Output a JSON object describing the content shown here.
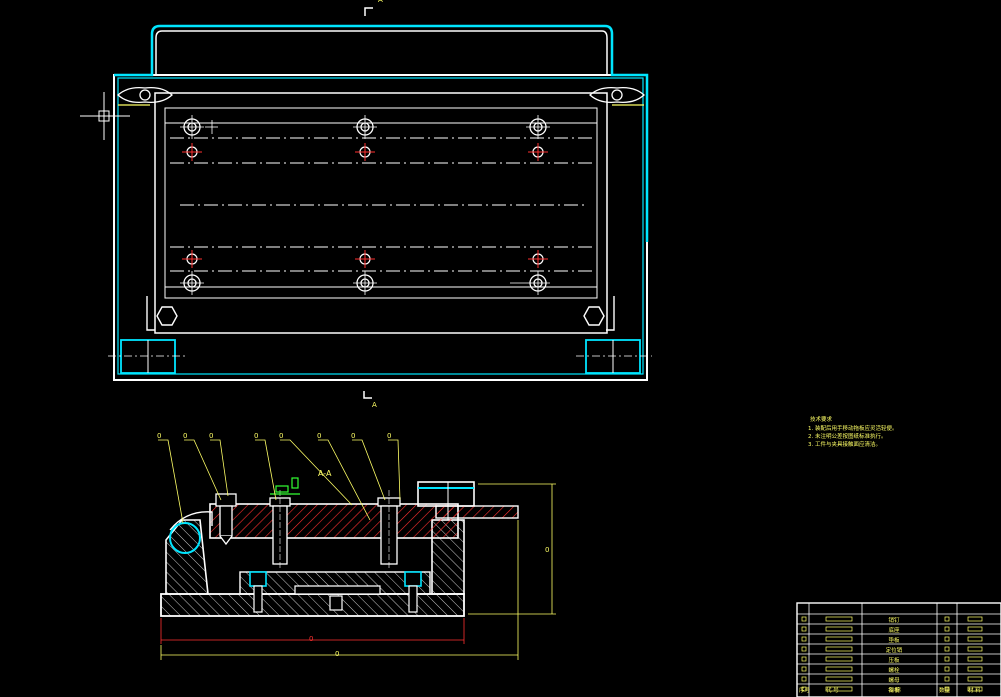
{
  "colors": {
    "background": "#000000",
    "outline": "#ffffff",
    "highlight": "#00e5ff",
    "hatch": "#ff3030",
    "dim": "#ffff66",
    "center": "#ff3030",
    "green": "#33ff33"
  },
  "plan_view": {
    "section_mark_top": "A",
    "section_mark_bottom": "A"
  },
  "section_view": {
    "title": "A-A",
    "leader_labels": [
      "0",
      "0",
      "0",
      "0",
      "0",
      "0",
      "0",
      "0"
    ],
    "dim_height": "0",
    "dim_width": "0",
    "dim_inner": "0"
  },
  "notes": {
    "heading": "技术要求",
    "lines": [
      "1. 装配后用手移动拖板应灵活轻便。",
      "2. 未注明公差按图纸标准执行。",
      "3. 工件与夹具接触面应清洁。"
    ]
  },
  "title_block": {
    "rows": [
      {
        "name": "销钉"
      },
      {
        "name": "底座"
      },
      {
        "name": "垫板"
      },
      {
        "name": "定位销"
      },
      {
        "name": "压板"
      },
      {
        "name": "螺栓"
      },
      {
        "name": "螺母"
      },
      {
        "name": "钢板"
      }
    ],
    "footer": {
      "col1": "序号",
      "col2": "代 号",
      "col3": "名 称",
      "col4": "数量",
      "col5": "材 料"
    }
  }
}
